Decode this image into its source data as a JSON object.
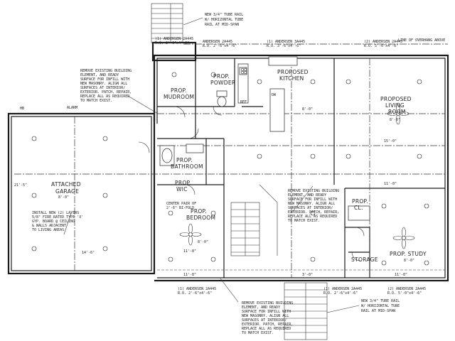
{
  "rooms": {
    "garage": [
      "ATTACHED",
      "GARAGE"
    ],
    "mudroom": [
      "PROP.",
      "MUDROOM"
    ],
    "powder": [
      "PROP.",
      "POWDER"
    ],
    "kitchen": [
      "PROPOSED",
      "KITCHEN"
    ],
    "living": [
      "PROPOSED",
      "LIVING",
      "ROOM"
    ],
    "bathroom": [
      "PROP.",
      "BATHROOM"
    ],
    "wic": [
      "PROP.",
      "WIC"
    ],
    "bedroom": [
      "PROP.",
      "BEDROOM"
    ],
    "study": [
      "PROP. STUDY"
    ],
    "closet": [
      "PROP.",
      "CL."
    ],
    "storage": [
      "STORAGE"
    ]
  },
  "notes": {
    "tube_rail_top": [
      "NEW 3/4\" TUBE RAIL",
      "W/ HORIZONTAL TUBE",
      "RAIL AT MID-SPAN"
    ],
    "tube_rail_bottom": [
      "NEW 3/4\" TUBE RAIL",
      "W/ HORIZONTAL TUBE",
      "RAIL AT MID-SPAN"
    ],
    "remove_existing_left": [
      "REMOVE EXISTING BUILDING",
      "ELEMENT, AND READY",
      "SURFACE FOR INFILL WITH",
      "NEW MASONRY. ALIGN ALL",
      "SURFACES AT INTERIOR/",
      "EXTERIOR. PATCH, REPAIR,",
      "REPLACE ALL AS REQUIRED",
      "TO MATCH EXIST."
    ],
    "remove_existing_center": [
      "REMOVE EXISTING BUILDING",
      "ELEMENT, AND READY",
      "SURFACE FOR INFILL WITH",
      "NEW MASONRY. ALIGN ALL",
      "SURFACES AT INTERIOR/",
      "EXTERIOR. PATCH, REPAIR,",
      "REPLACE ALL AS REQUIRED",
      "TO MATCH EXIST."
    ],
    "remove_existing_bottom": [
      "REMOVE EXISTING BUILDING",
      "ELEMENT, AND READY",
      "SURFACE FOR INFILL WITH",
      "NEW MASONRY. ALIGN ALL",
      "SURFACES AT INTERIOR/",
      "EXTERIOR. PATCH, REPAIR,",
      "REPLACE ALL AS REQUIRED",
      "TO MATCH EXIST."
    ],
    "garage_install": [
      "INSTALL NEW (2) LAYERS",
      "5/8\" FIRE RATED TYPE 'X'",
      "GYP. BOARD @ CEILING",
      "& WALLS ADJACENT",
      "TO LIVING AREAS"
    ],
    "line_of_overhang": "LINE OF OVERHANG ABOVE",
    "center_pair": [
      "CENTER PAIR OF",
      "2'-6\" BI-FOLD"
    ]
  },
  "windows": {
    "w1": [
      "(1) ANDERSEN 2A445",
      "R.O. 2'-6\"x4'-6\""
    ],
    "w2": [
      "ANDERSEN 2A445",
      "R.O. 2'-6\"x4'-6\""
    ],
    "w3": [
      "(1) ANDERSEN 3A445",
      "R.O. 3'-6\"x4'-6\""
    ],
    "w4": [
      "(2) ANDERSEN 2A445",
      "R.O. 5'-0\"x4'-6\""
    ],
    "w5": [
      "(1) ANDERSEN 2A445",
      "R.O. 2'-6\"x4'-6\""
    ],
    "w6": [
      "(1) ANDERSEN 2A445",
      "R.O. 2'-6\"x4'-6\""
    ],
    "w7": [
      "(2) ANDERSEN 2A445",
      "R.O. 5'-0\"x4'-6\""
    ]
  },
  "tags": {
    "hb": "HB",
    "alarm": "ALARM",
    "ref": "REF",
    "dw": "DW",
    "vh": "8'-0\"",
    "vh2": "8'-0\"",
    "vh3": "8'-0\"",
    "vh4": "8'-0\"",
    "vh5": "8'-0\""
  },
  "dims": {
    "garage_w": "14'-6\"",
    "garage_h": "21'-5\"",
    "bed_w": "11'-8\"",
    "study_w": "11'-0\"",
    "living_w": "15'-0\"",
    "bot1": "11'-8\"",
    "bot2": "3'-0\"",
    "bot3": "11'-0\""
  }
}
